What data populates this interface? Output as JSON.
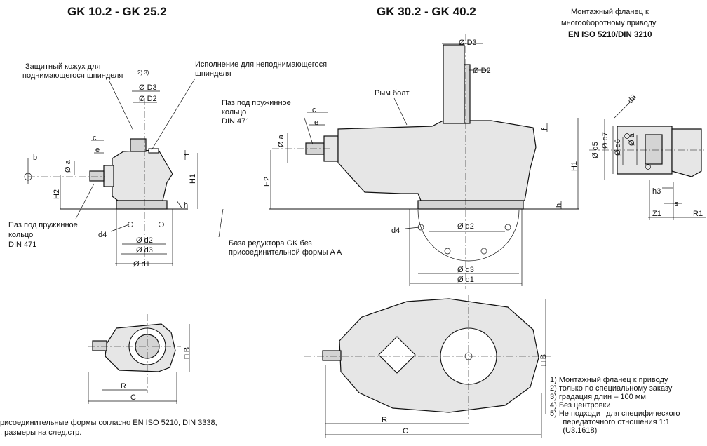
{
  "titles": {
    "left": "GK 10.2 - GK 25.2",
    "middle": "GK 30.2 - GK 40.2",
    "right_line1": "Монтажный фланец к",
    "right_line2": "многооборотному приводу",
    "right_line3": "EN ISO 5210/DIN 3210"
  },
  "callouts": {
    "guard_line1": "Защитный кожух для",
    "guard_line2": "поднимающегося шпинделя",
    "guard_sup": "2) 3)",
    "nonrising_line1": "Исполнение для неподнимающегося",
    "nonrising_line2": "шпинделя",
    "groove_left_line1": "Паз под пружинное",
    "groove_left_line2": "кольцо",
    "groove_left_line3": "DIN 471",
    "groove_mid_line1": "Паз под пружинное",
    "groove_mid_line2": "кольцо",
    "groove_mid_line3": "DIN 471",
    "eyebolt": "Рым болт",
    "base_line1": "База редуктора GK без",
    "base_line2": "присоединительной формы A A"
  },
  "dims": {
    "b": "b",
    "a": "Ø a",
    "c": "c",
    "e": "e",
    "f": "f",
    "h": "h",
    "H1": "H1",
    "H2": "H2",
    "D2": "Ø D2",
    "D3": "Ø D3",
    "d1": "Ø d1",
    "d2": "Ø d2",
    "d3": "Ø d3",
    "d4": "d4",
    "d5": "Ø d5",
    "d6": "Ø d6",
    "d7": "Ø d7",
    "d8": "d8",
    "h3": "h3",
    "s": "s",
    "Z1": "Z1",
    "R1": "R1",
    "B": "□ B",
    "R": "R",
    "C": "C"
  },
  "footnotes": [
    "1)  Монтажный фланец к приводу",
    "2)  только по специальному заказу",
    "3)  градация длин – 100 мм",
    "4)  Без центровки",
    "5)  Не подходит для специфического",
    "      передаточного отношения 1:1",
    "      (U3.1618)"
  ],
  "bottom_note_line1": "рисоединительные формы согласно EN ISO 5210, DIN 3338,",
  "bottom_note_line2": ". размеры на след.стр."
}
